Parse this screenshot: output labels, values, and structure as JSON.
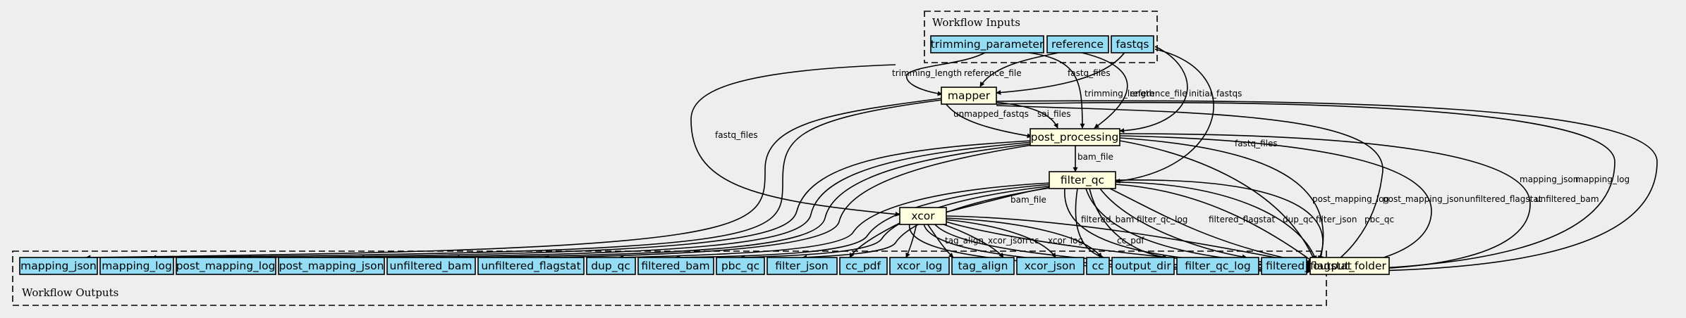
{
  "colors": {
    "background": "#eeeeee",
    "io_fill": "#94ddf4",
    "step_fill": "#ffffe0",
    "stroke": "#000000"
  },
  "clusters": {
    "inputs_title": "Workflow Inputs",
    "outputs_title": "Workflow Outputs"
  },
  "nodes": {
    "trimming_parameter": "trimming_parameter",
    "reference": "reference",
    "fastqs": "fastqs",
    "mapper": "mapper",
    "post_processing": "post_processing",
    "filter_qc": "filter_qc",
    "xcor": "xcor",
    "output_folder": "output_folder",
    "mapping_json": "mapping_json",
    "mapping_log": "mapping_log",
    "post_mapping_log": "post_mapping_log",
    "post_mapping_json": "post_mapping_json",
    "unfiltered_bam": "unfiltered_bam",
    "unfiltered_flagstat": "unfiltered_flagstat",
    "dup_qc": "dup_qc",
    "filtered_bam": "filtered_bam",
    "pbc_qc": "pbc_qc",
    "filter_json": "filter_json",
    "cc_pdf": "cc_pdf",
    "xcor_log": "xcor_log",
    "tag_align": "tag_align",
    "xcor_json": "xcor_json",
    "cc": "cc",
    "output_dir": "output_dir",
    "filter_qc_log": "filter_qc_log",
    "filtered_flagstat": "filtered_flagstat"
  },
  "edge_labels": {
    "trimming_length_mapper": "trimming_length",
    "reference_file_mapper": "reference_file",
    "fastq_files_mapper": "fastq_files",
    "trimming_length_pp": "trimming_length",
    "reference_file_pp": "reference_file",
    "initial_fastqs": "initial_fastqs",
    "fastq_files_xcor": "fastq_files",
    "fastq_files_filterqc": "fastq_files",
    "unmapped_fastqs": "unmapped_fastqs",
    "sai_files": "sai_files",
    "bam_file_pp": "bam_file",
    "bam_file_fq": "bam_file",
    "mapping_json": "mapping_json",
    "mapping_log": "mapping_log",
    "post_mapping_log": "post_mapping_log",
    "post_mapping_json": "post_mapping_json",
    "unfiltered_flagstat": "unfiltered_flagstat",
    "unfiltered_bam": "unfiltered_bam",
    "filtered_bam": "filtered_bam",
    "filter_qc_log": "filter_qc_log",
    "filtered_flagstat": "filtered_flagstat",
    "dup_qc": "dup_qc",
    "filter_json": "filter_json",
    "pbc_qc": "pbc_qc",
    "tag_align": "tag_align",
    "xcor_json": "xcor_json",
    "cc": "cc",
    "xcor_log": "xcor_log",
    "cc_pdf": "cc_pdf"
  }
}
